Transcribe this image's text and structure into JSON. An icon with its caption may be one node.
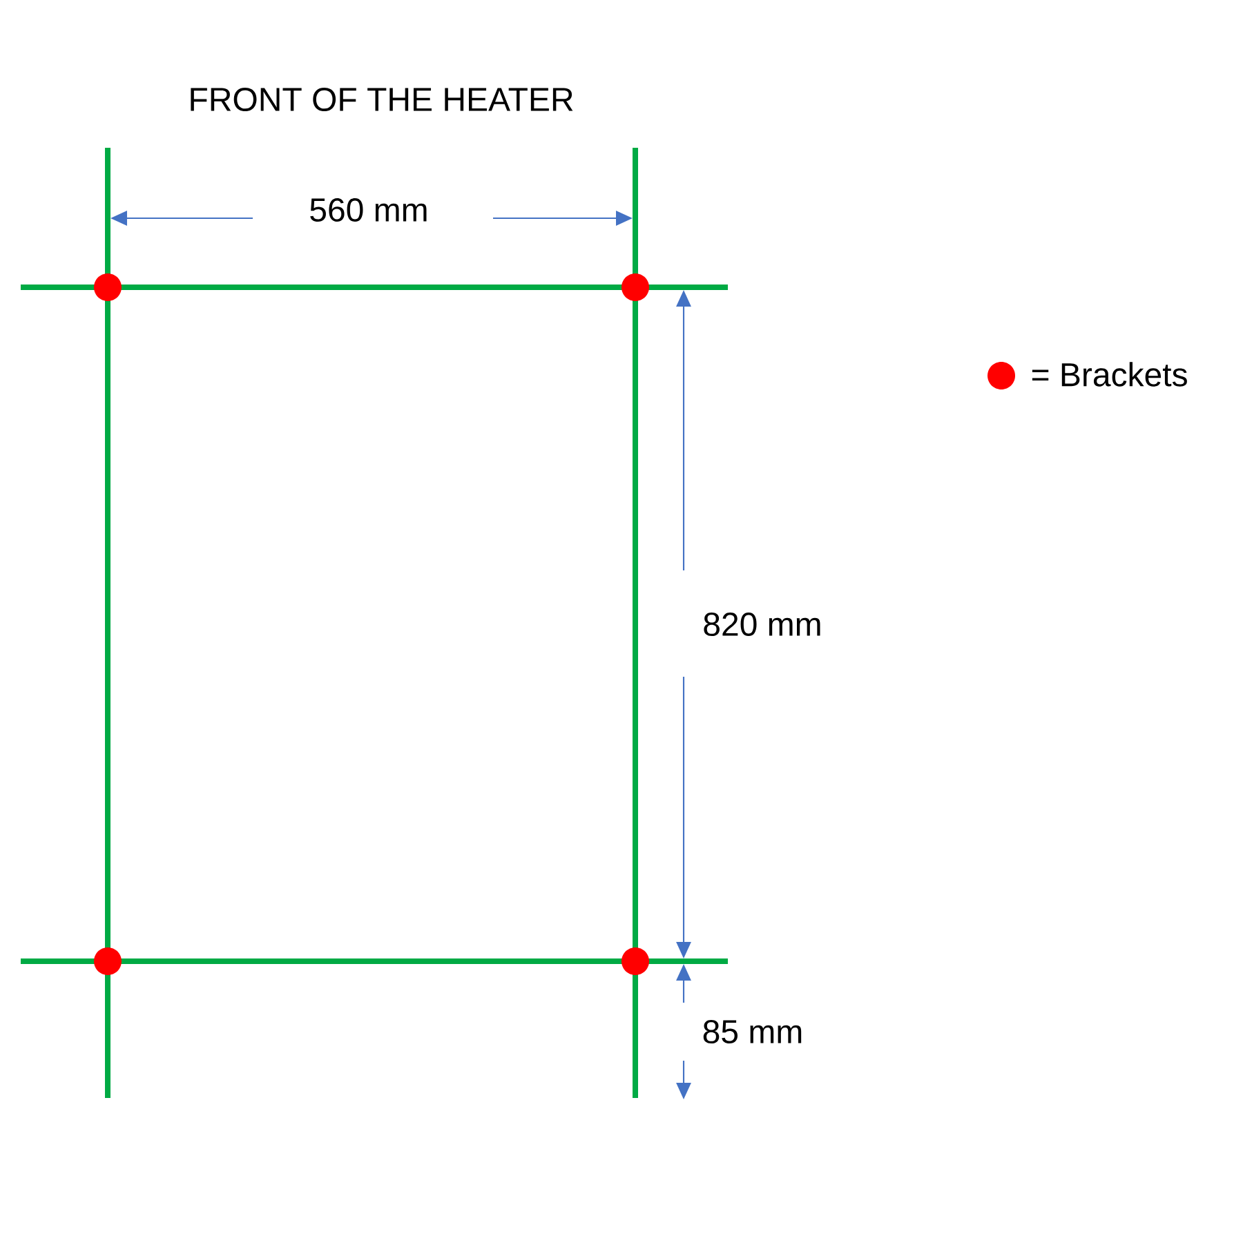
{
  "diagram": {
    "title": "FRONT OF THE HEATER",
    "labels": [
      "560 mm",
      "820 mm",
      "85 mm"
    ],
    "legend": [
      {
        "text": "= Brackets",
        "color": "#ff0000"
      }
    ]
  }
}
